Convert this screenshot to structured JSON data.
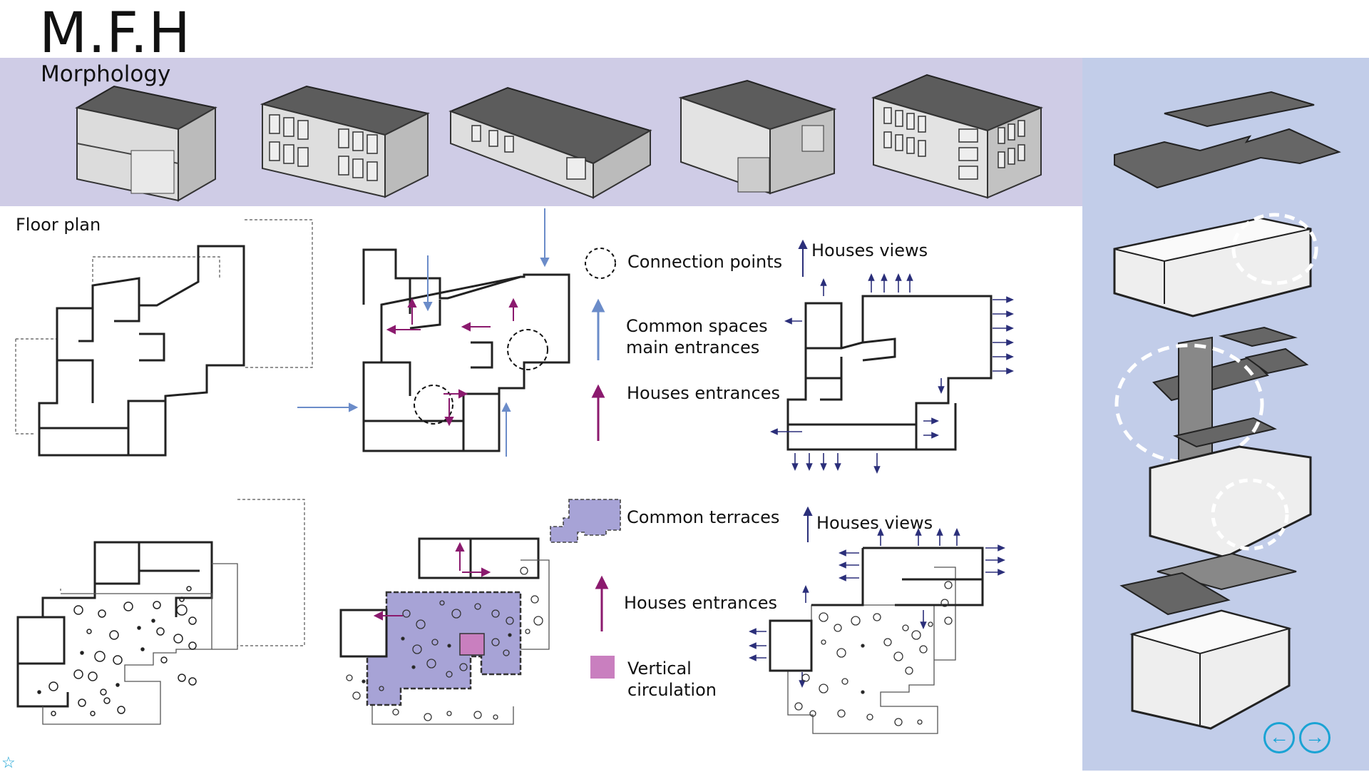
{
  "header": {
    "title": "M.F.H",
    "subtitle": "Morphology"
  },
  "section": {
    "floor_plan_label": "Floor plan"
  },
  "legend_top": {
    "connection_points": "Connection points",
    "common_spaces_line1": "Common spaces",
    "common_spaces_line2": "main entrances",
    "houses_entrances": "Houses entrances",
    "houses_views": "Houses views"
  },
  "legend_bottom": {
    "common_terraces": "Common terraces",
    "houses_entrances": "Houses entrances",
    "vertical_line1": "Vertical",
    "vertical_line2": "circulation",
    "houses_views": "Houses views"
  },
  "colors": {
    "band": "#cfcce6",
    "panel": "#c2cde9",
    "common_arrow": "#6b8cc9",
    "house_arrow": "#8b1a6e",
    "view_arrow": "#2b2f7a",
    "terrace": "#a7a3d6",
    "vertical": "#c97fbf",
    "nav": "#1aa3d4"
  },
  "nav": {
    "prev_icon": "arrow-left-circle-icon",
    "next_icon": "arrow-right-circle-icon"
  }
}
